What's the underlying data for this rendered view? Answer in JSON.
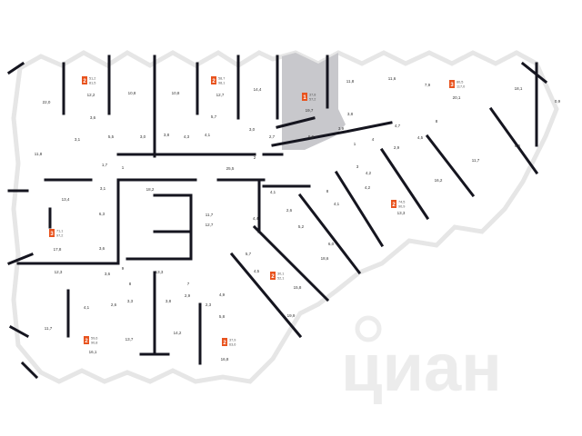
{
  "accent_color": "#e8531e",
  "highlight_color": "#c8c8cc",
  "badges": [
    {
      "rooms": "2",
      "living": "51,2",
      "total": "81,5"
    },
    {
      "rooms": "2",
      "living": "58,7",
      "total": "98,1"
    },
    {
      "rooms": "1",
      "living": "37,8",
      "total": "57,2"
    },
    {
      "rooms": "3",
      "living": "80,5",
      "total": "117,0"
    },
    {
      "rooms": "2",
      "living": "74,5",
      "total": "90,9"
    },
    {
      "rooms": "3",
      "living": "71,1",
      "total": "97,2"
    },
    {
      "rooms": "2",
      "living": "30,1",
      "total": "52,1"
    },
    {
      "rooms": "2",
      "living": "59,6",
      "total": "90,8"
    },
    {
      "rooms": "2",
      "living": "37,9",
      "total": "63,6"
    }
  ],
  "rooms": [
    "22,0",
    "12,2",
    "10,8",
    "10,8",
    "12,7",
    "14,4",
    "3,6",
    "5,5",
    "3,1",
    "3,0",
    "3,8",
    "4,3",
    "4,1",
    "5,7",
    "3,0",
    "2,7",
    "11,8",
    "1,7",
    "1",
    "25,5",
    "2",
    "18,2",
    "3,1",
    "13,4",
    "11,7",
    "11,8",
    "11,6",
    "7,9",
    "20,1",
    "18,1",
    "19,7",
    "3,8",
    "3,9",
    "6,9",
    "4,7",
    "4,5",
    "4",
    "1",
    "2,9",
    "8",
    "6,6",
    "11,7",
    "3",
    "4,2",
    "16,2",
    "4,2",
    "8",
    "4,1",
    "13,3",
    "6,3",
    "17,8",
    "3,6",
    "12,3",
    "3,6",
    "9",
    "8",
    "13,3",
    "7",
    "4,1",
    "2,6",
    "3,3",
    "3,8",
    "2,9",
    "4,9",
    "2,3",
    "5,8",
    "11,7",
    "16,1",
    "13,7",
    "14,2",
    "16,8",
    "12,7",
    "19,9",
    "5,7",
    "4,5",
    "4,4",
    "2,6",
    "5,2",
    "6,0",
    "18,6",
    "15,8",
    "4,1",
    "0,9"
  ],
  "watermark": "циан"
}
